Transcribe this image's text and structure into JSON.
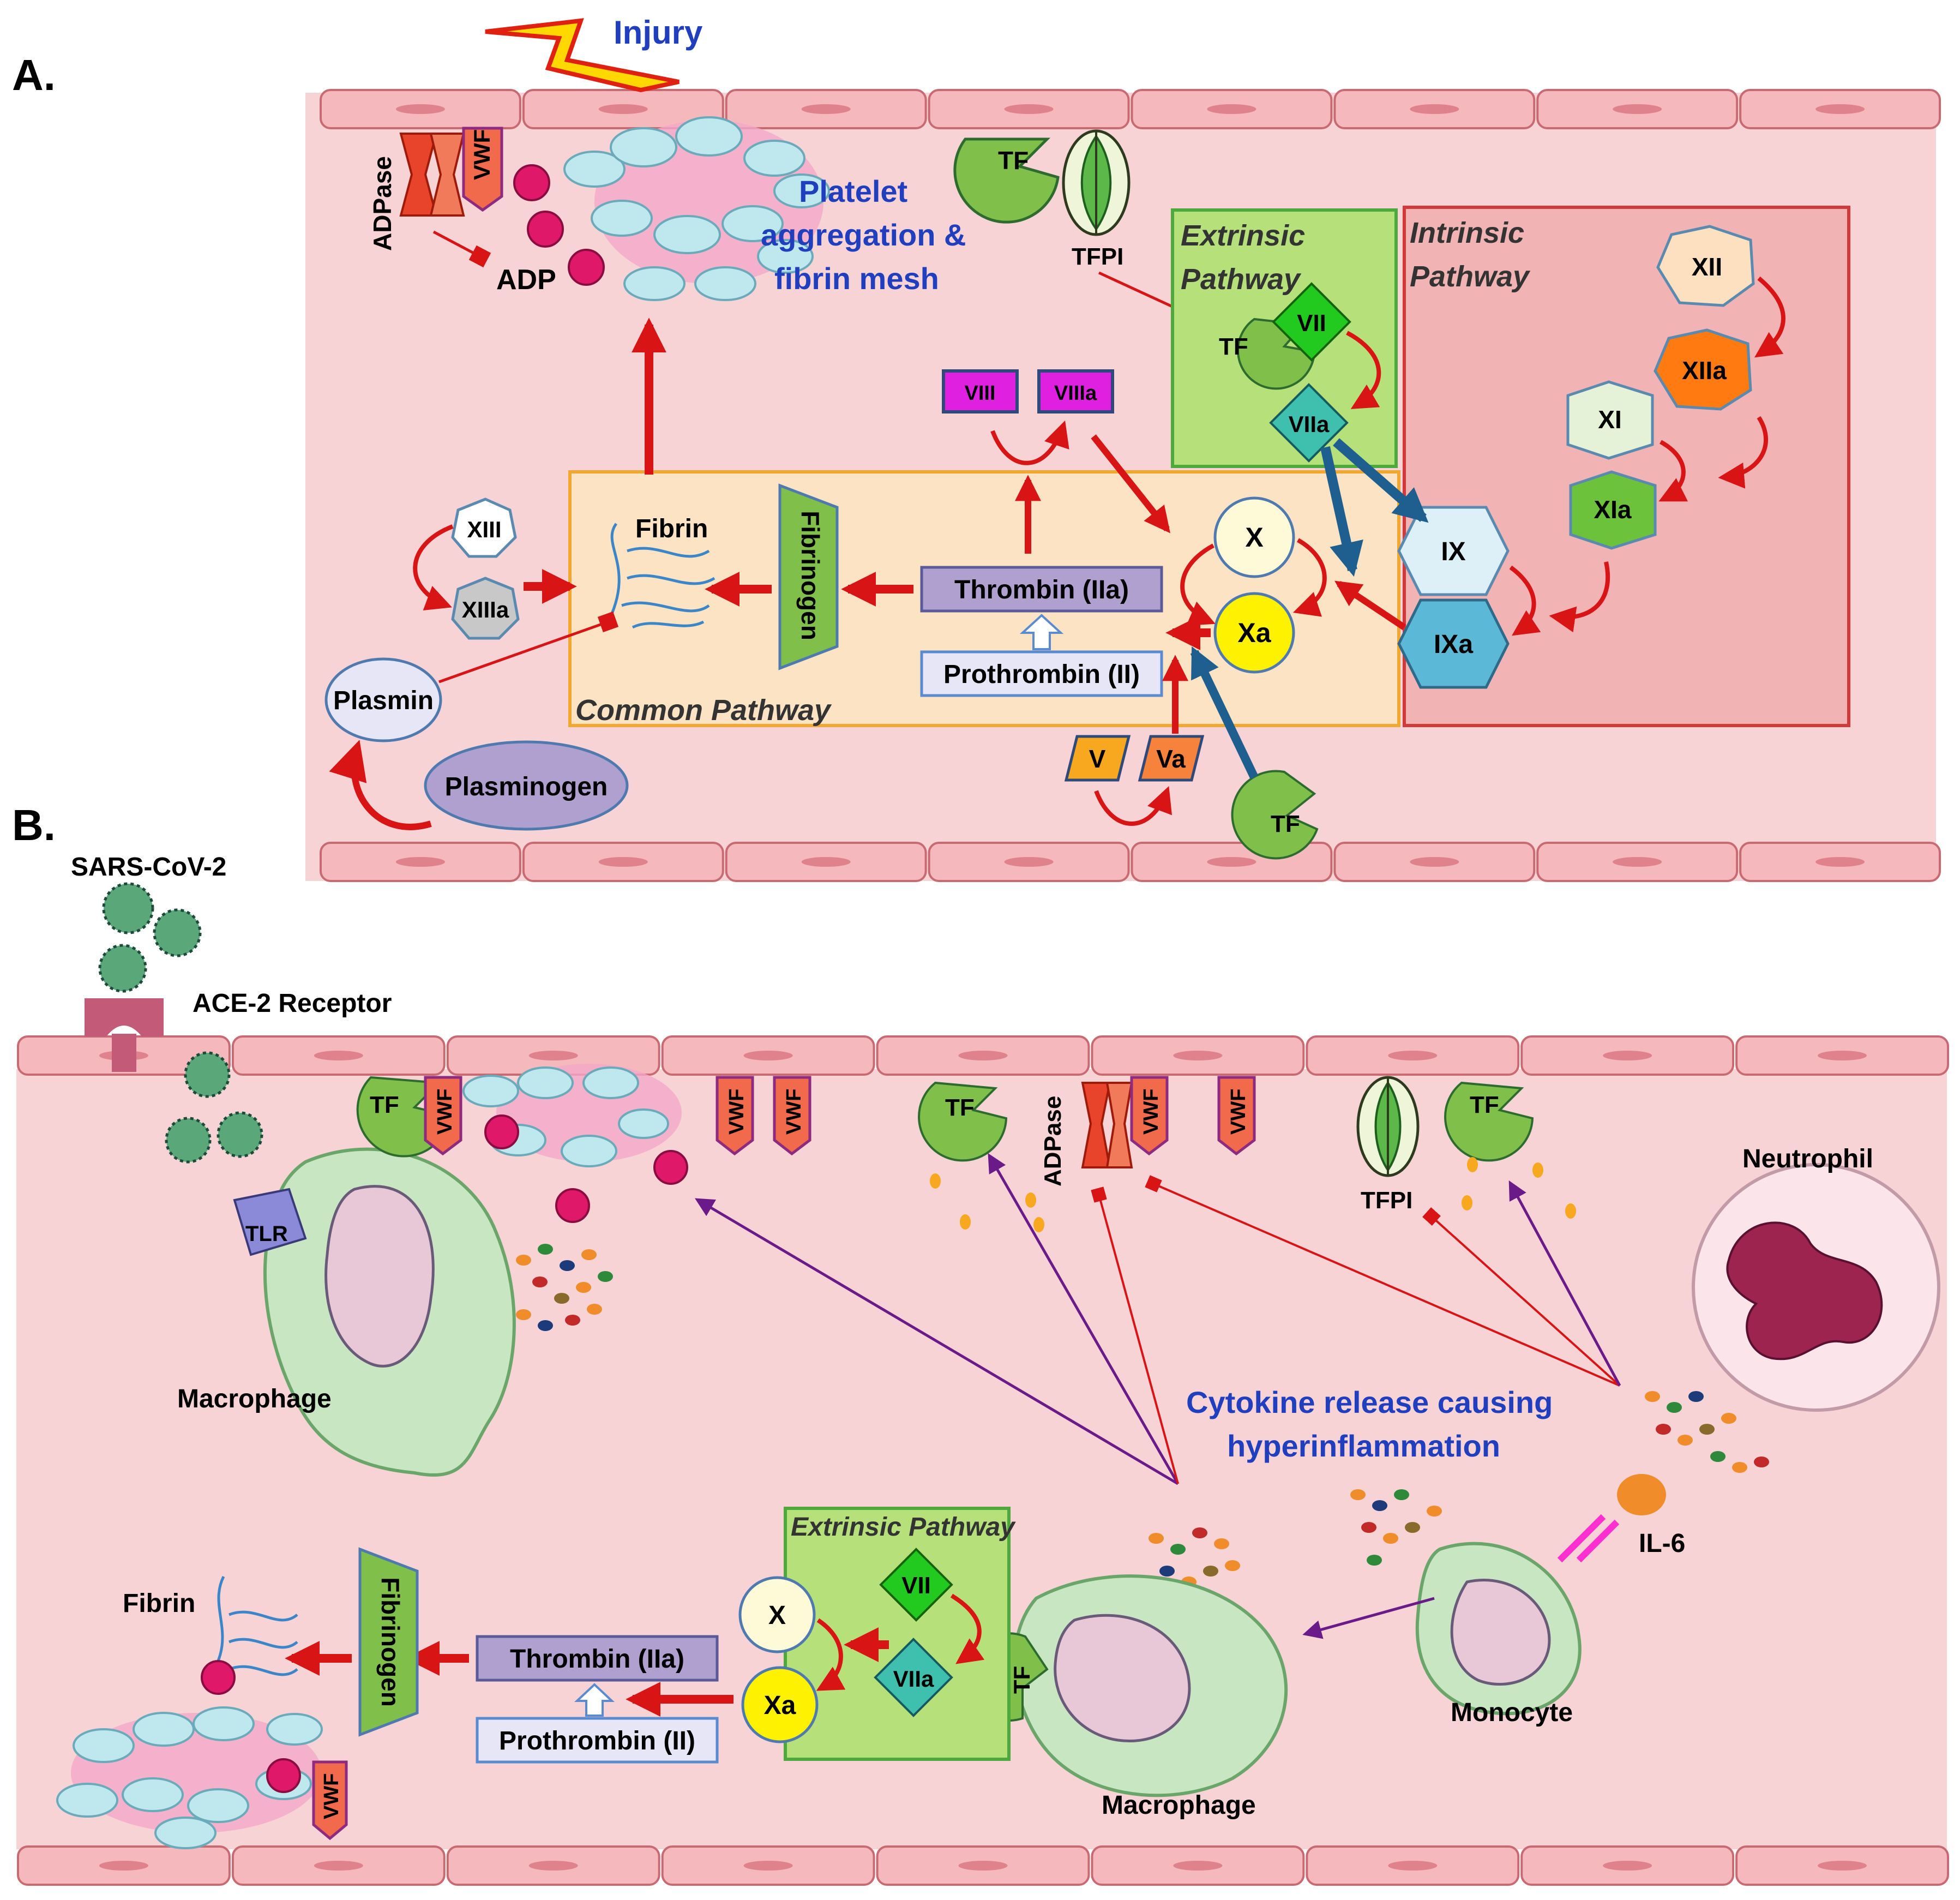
{
  "panel_a": {
    "label": "A.",
    "injury": "Injury",
    "platelet_caption": [
      "Platelet",
      "aggregation &",
      "fibrin mesh"
    ],
    "adpase": "ADPase",
    "vwf": "VWF",
    "adp": "ADP",
    "tf": "TF",
    "tfpi": "TFPI",
    "extrinsic_title": [
      "Extrinsic",
      "Pathway"
    ],
    "intrinsic_title": [
      "Intrinsic",
      "Pathway"
    ],
    "common_title": "Common Pathway",
    "factors": {
      "vii": "VII",
      "viia": "VIIa",
      "xii": "XII",
      "xiia": "XIIa",
      "xi": "XI",
      "xia": "XIa",
      "ix": "IX",
      "ixa": "IXa",
      "x": "X",
      "xa": "Xa",
      "viii": "VIII",
      "viiia": "VIIIa",
      "v": "V",
      "va": "Va",
      "xiii": "XIII",
      "xiiia": "XIIIa"
    },
    "fibrin": "Fibrin",
    "fibrinogen": "Fibrinogen",
    "thrombin": "Thrombin (IIa)",
    "prothrombin": "Prothrombin (II)",
    "plasmin": "Plasmin",
    "plasminogen": "Plasminogen"
  },
  "panel_b": {
    "label": "B.",
    "virus": "SARS-CoV-2",
    "ace2": "ACE-2 Receptor",
    "tlr": "TLR",
    "macrophage_1": "Macrophage",
    "macrophage_2": "Macrophage",
    "monocyte": "Monocyte",
    "neutrophil": "Neutrophil",
    "il6": "IL-6",
    "cytokine_caption": [
      "Cytokine release causing",
      "hyperinflammation"
    ],
    "tf": "TF",
    "vwf": "VWF",
    "adpase": "ADPase",
    "tfpi": "TFPI",
    "extrinsic_title": "Extrinsic Pathway",
    "vii": "VII",
    "viia": "VIIa",
    "x": "X",
    "xa": "Xa",
    "thrombin": "Thrombin (IIa)",
    "prothrombin": "Prothrombin (II)",
    "fibrinogen": "Fibrinogen",
    "fibrin": "Fibrin"
  },
  "colors": {
    "vessel": "#f7d3d6",
    "cell": "#f5b8bd",
    "arrow_red": "#d81414",
    "arrow_blue": "#1f5f8f",
    "arrow_purple": "#6b1a8a",
    "caption_blue": "#1f3fbf",
    "extrinsic_green": "#b6e07a",
    "intrinsic_pink": "#f2b3b5",
    "common_orange": "#fbe3c3"
  }
}
